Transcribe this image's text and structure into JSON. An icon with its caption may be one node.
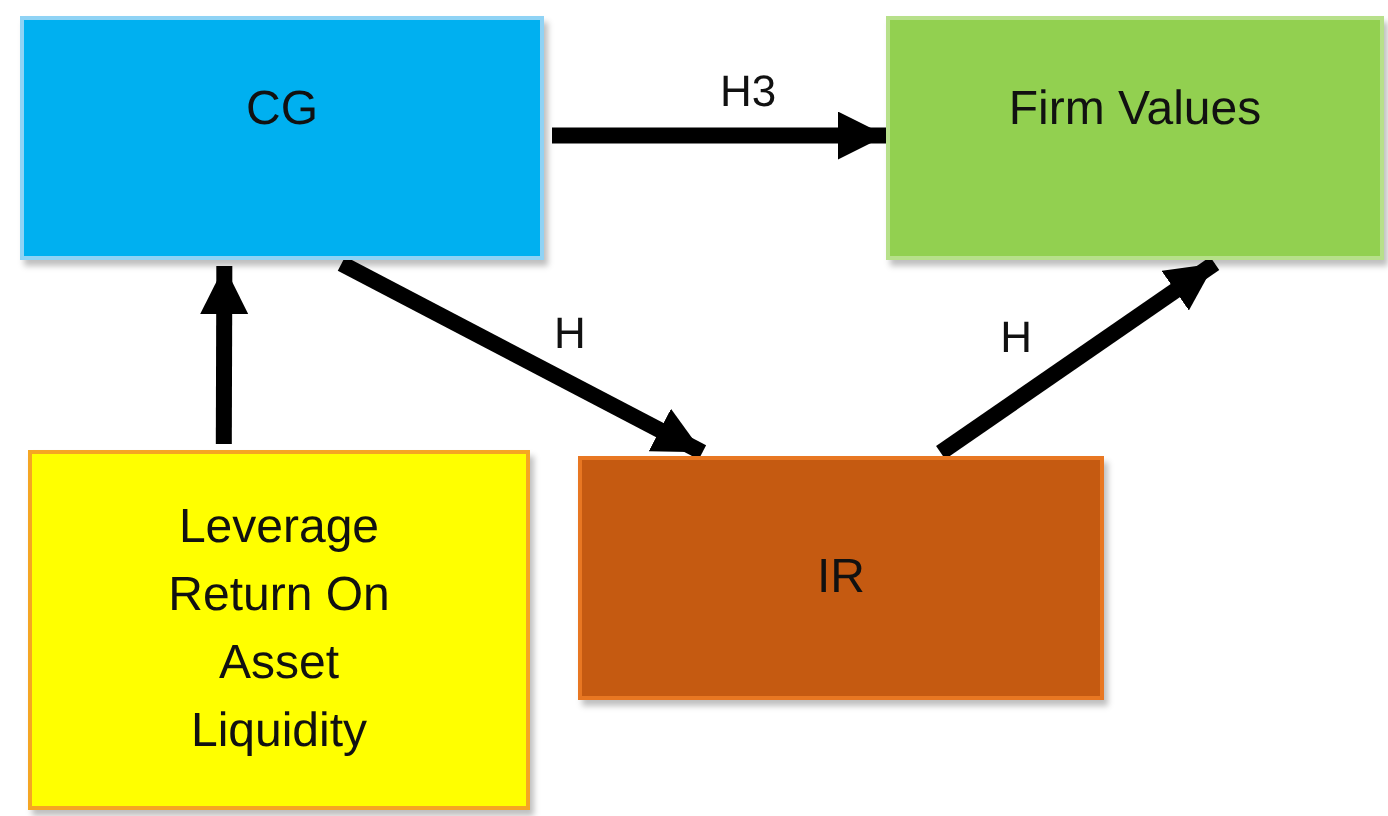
{
  "diagram": {
    "nodes": [
      {
        "text": [
          "CG"
        ]
      },
      {
        "text": [
          "Firm Values"
        ]
      },
      {
        "text": [
          "Leverage",
          "Return On Asset",
          "Liquidity"
        ]
      },
      {
        "text": [
          "IR"
        ]
      }
    ],
    "edges": [
      {
        "from": 0,
        "to": 1,
        "arrow": "to",
        "label": "H3"
      },
      {
        "from": 0,
        "to": 3,
        "arrow": "to",
        "label": "H"
      },
      {
        "from": 3,
        "to": 1,
        "arrow": "to",
        "label": "H"
      },
      {
        "from": 2,
        "to": 0,
        "arrow": "to"
      }
    ]
  }
}
